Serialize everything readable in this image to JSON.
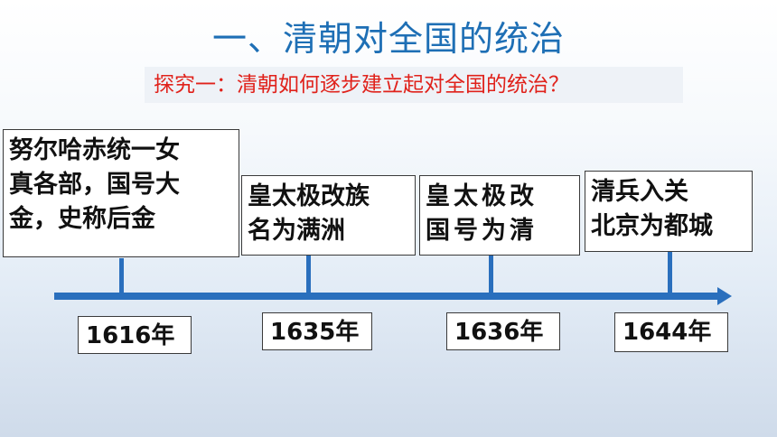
{
  "slide": {
    "title": "一、清朝对全国的统治",
    "subtitle": "探究一：清朝如何逐步建立起对全国的统治？"
  },
  "timeline": {
    "events": [
      {
        "text": "努尔哈赤统一女\n真各部，国号大\n金，史称后金",
        "year": "1616年"
      },
      {
        "text": "皇太极改族\n名为满洲",
        "year": "1635年"
      },
      {
        "text": "皇太极改\n国号为清",
        "year": "1636年"
      },
      {
        "text": "清兵入关\n北京为都城",
        "year": "1644年"
      }
    ]
  },
  "colors": {
    "title": "#1e6fb5",
    "subtitle": "#e0221b",
    "axis": "#2a6fbd"
  }
}
